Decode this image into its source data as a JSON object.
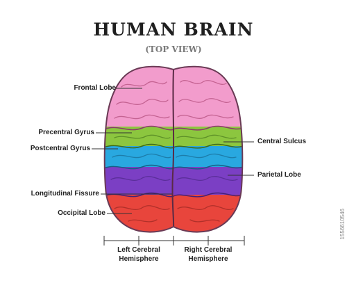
{
  "title": "HUMAN BRAIN",
  "subtitle": "(TOP VIEW)",
  "labels": {
    "frontal_lobe": "Frontal Lobe",
    "precentral_gyrus": "Precentral Gyrus",
    "postcentral_gyrus": "Postcentral Gyrus",
    "longitudinal_fissure": "Longitudinal Fissure",
    "occipital_lobe": "Occipital Lobe",
    "central_sulcus": "Central Sulcus",
    "parietal_lobe": "Parietal Lobe"
  },
  "hemispheres": {
    "left_line1": "Left Cerebral",
    "left_line2": "Hemisphere",
    "right_line1": "Right Cerebral",
    "right_line2": "Hemisphere"
  },
  "watermark": "1556610546",
  "colors": {
    "frontal": "#f29ccc",
    "precentral": "#8cc63f",
    "postcentral": "#29a8e0",
    "parietal": "#7b3fc4",
    "occipital": "#e8453c",
    "outline": "#6a3a55"
  }
}
